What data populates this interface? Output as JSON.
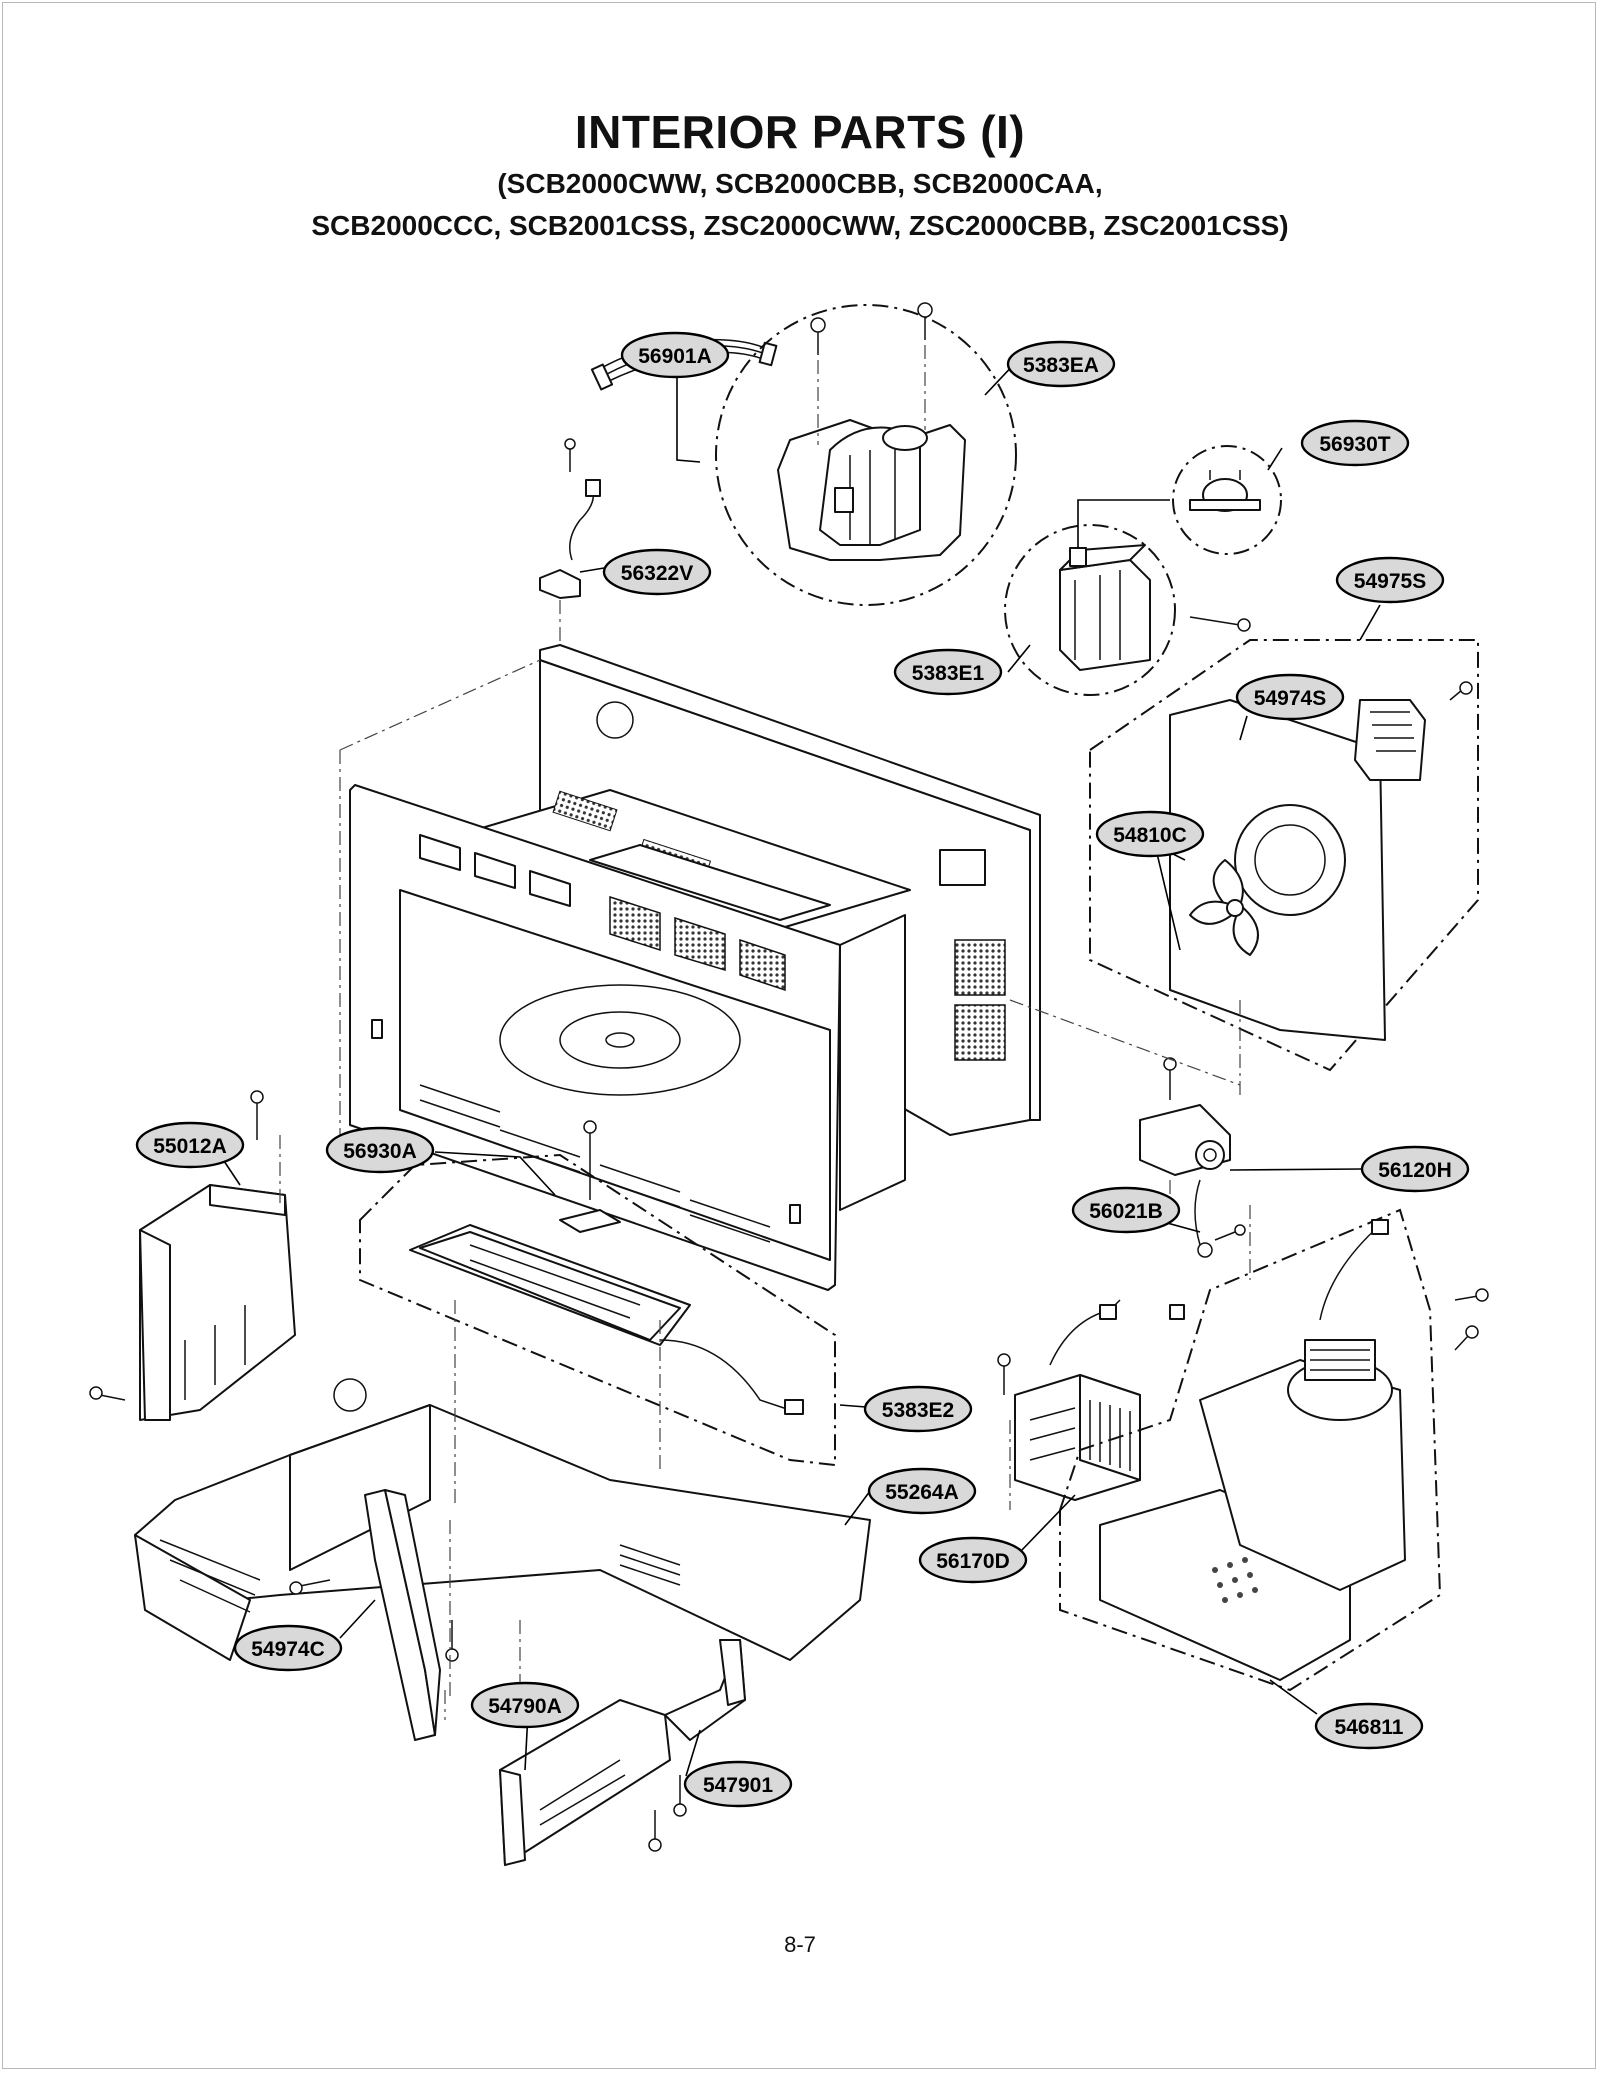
{
  "page": {
    "title": "INTERIOR PARTS (I)",
    "subtitle_line1": "(SCB2000CWW, SCB2000CBB, SCB2000CAA,",
    "subtitle_line2": "SCB2000CCC, SCB2001CSS, ZSC2000CWW, ZSC2000CBB, ZSC2001CSS)",
    "page_number": "8-7"
  },
  "part_labels": {
    "p5383EA": "5383EA",
    "p56901A": "56901A",
    "p56930T": "56930T",
    "p56322V": "56322V",
    "p54975S": "54975S",
    "p5383E1": "5383E1",
    "p54974S": "54974S",
    "p54810C": "54810C",
    "p55012A": "55012A",
    "p56930A": "56930A",
    "p56120H": "56120H",
    "p56021B": "56021B",
    "p5383E2": "5383E2",
    "p55264A": "55264A",
    "p56170D": "56170D",
    "p54974C": "54974C",
    "p54790A": "54790A",
    "p547901": "547901",
    "p546811": "546811"
  }
}
